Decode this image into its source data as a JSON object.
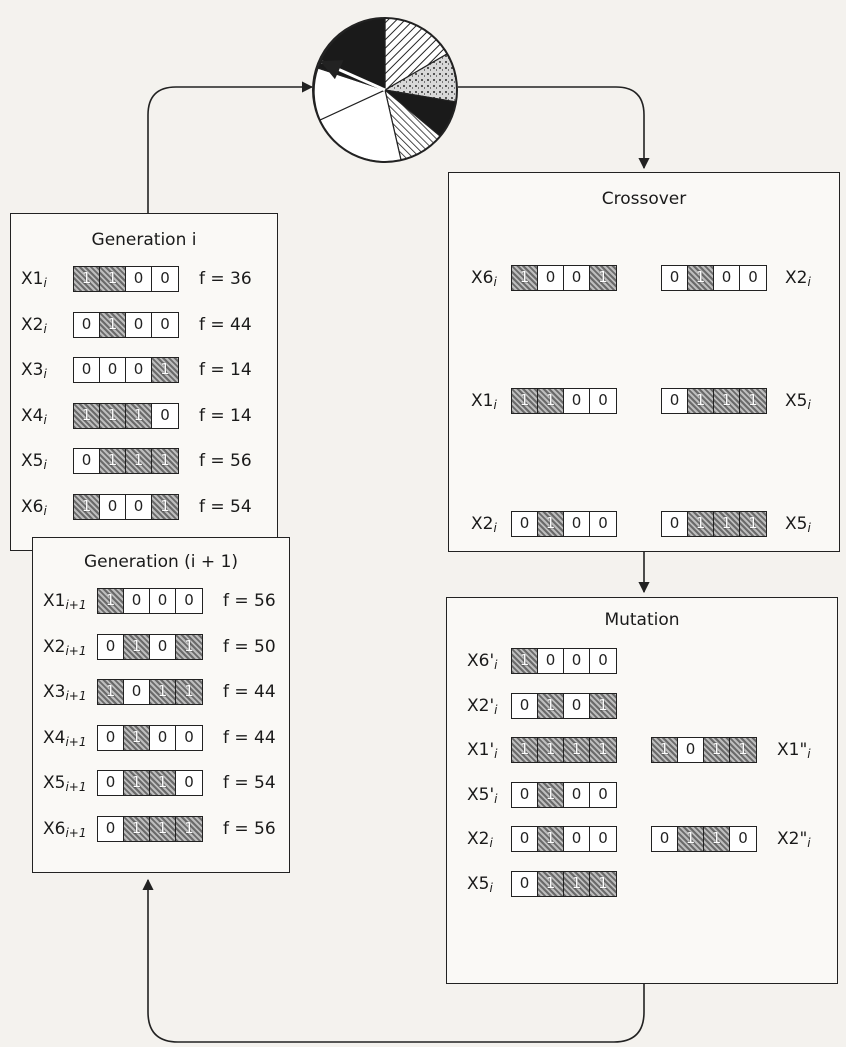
{
  "colors": {
    "ink": "#222222",
    "gene_one": "#8a8a8a",
    "gene_zero": "#ffffff",
    "paper": "#f4f2ee"
  },
  "icons": {
    "selector": "roulette-wheel-icon",
    "mutation_point": "cross-mark-icon"
  },
  "generation_i": {
    "title": "Generation i",
    "rows": [
      {
        "name": "X1",
        "sub": "i",
        "genes": [
          "1",
          "1",
          "0",
          "0"
        ],
        "fitness": "f = 36"
      },
      {
        "name": "X2",
        "sub": "i",
        "genes": [
          "0",
          "1",
          "0",
          "0"
        ],
        "fitness": "f = 44"
      },
      {
        "name": "X3",
        "sub": "i",
        "genes": [
          "0",
          "0",
          "0",
          "1"
        ],
        "fitness": "f = 14"
      },
      {
        "name": "X4",
        "sub": "i",
        "genes": [
          "1",
          "1",
          "1",
          "0"
        ],
        "fitness": "f = 14"
      },
      {
        "name": "X5",
        "sub": "i",
        "genes": [
          "0",
          "1",
          "1",
          "1"
        ],
        "fitness": "f = 56"
      },
      {
        "name": "X6",
        "sub": "i",
        "genes": [
          "1",
          "0",
          "0",
          "1"
        ],
        "fitness": "f = 54"
      }
    ]
  },
  "generation_next": {
    "title": "Generation (i + 1)",
    "rows": [
      {
        "name": "X1",
        "sub": "i+1",
        "genes": [
          "1",
          "0",
          "0",
          "0"
        ],
        "fitness": "f = 56"
      },
      {
        "name": "X2",
        "sub": "i+1",
        "genes": [
          "0",
          "1",
          "0",
          "1"
        ],
        "fitness": "f = 50"
      },
      {
        "name": "X3",
        "sub": "i+1",
        "genes": [
          "1",
          "0",
          "1",
          "1"
        ],
        "fitness": "f = 44"
      },
      {
        "name": "X4",
        "sub": "i+1",
        "genes": [
          "0",
          "1",
          "0",
          "0"
        ],
        "fitness": "f = 44"
      },
      {
        "name": "X5",
        "sub": "i+1",
        "genes": [
          "0",
          "1",
          "1",
          "0"
        ],
        "fitness": "f = 54"
      },
      {
        "name": "X6",
        "sub": "i+1",
        "genes": [
          "0",
          "1",
          "1",
          "1"
        ],
        "fitness": "f = 56"
      }
    ]
  },
  "crossover": {
    "title": "Crossover",
    "pairs": [
      {
        "left": {
          "name": "X6",
          "sub": "i",
          "genes": [
            "1",
            "0",
            "0",
            "1"
          ]
        },
        "right": {
          "name": "X2",
          "sub": "i",
          "genes": [
            "0",
            "1",
            "0",
            "0"
          ]
        }
      },
      {
        "left": {
          "name": "X1",
          "sub": "i",
          "genes": [
            "1",
            "1",
            "0",
            "0"
          ]
        },
        "right": {
          "name": "X5",
          "sub": "i",
          "genes": [
            "0",
            "1",
            "1",
            "1"
          ]
        }
      },
      {
        "left": {
          "name": "X2",
          "sub": "i",
          "genes": [
            "0",
            "1",
            "0",
            "0"
          ]
        },
        "right": {
          "name": "X5",
          "sub": "i",
          "genes": [
            "0",
            "1",
            "1",
            "1"
          ]
        }
      }
    ]
  },
  "mutation": {
    "title": "Mutation",
    "rows": [
      {
        "name": "X6'",
        "sub": "i",
        "genes": [
          "1",
          "0",
          "0",
          "0"
        ]
      },
      {
        "name": "X2'",
        "sub": "i",
        "genes": [
          "0",
          "1",
          "0",
          "1"
        ]
      },
      {
        "name": "X1'",
        "sub": "i",
        "genes": [
          "1",
          "1",
          "1",
          "1"
        ],
        "result": {
          "name": "X1\"",
          "sub": "i",
          "genes": [
            "1",
            "0",
            "1",
            "1"
          ]
        }
      },
      {
        "name": "X5'",
        "sub": "i",
        "genes": [
          "0",
          "1",
          "0",
          "0"
        ]
      },
      {
        "name": "X2",
        "sub": "i",
        "genes": [
          "0",
          "1",
          "0",
          "0"
        ],
        "result": {
          "name": "X2\"",
          "sub": "i",
          "genes": [
            "0",
            "1",
            "1",
            "0"
          ]
        }
      },
      {
        "name": "X5",
        "sub": "i",
        "genes": [
          "0",
          "1",
          "1",
          "1"
        ]
      }
    ]
  }
}
